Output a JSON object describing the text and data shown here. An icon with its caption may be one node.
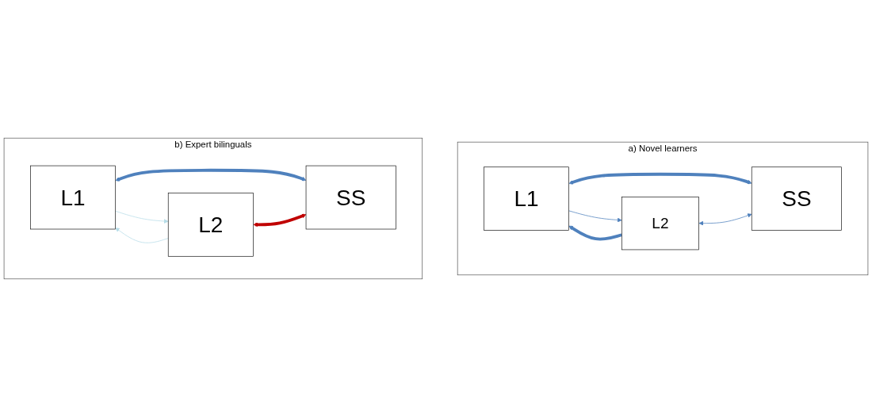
{
  "diagram": {
    "nodes": [
      {
        "text": [
          "a) Novel learners"
        ]
      },
      {
        "text": [
          "L1"
        ],
        "in": 0
      },
      {
        "text": [
          "L2"
        ],
        "in": 0
      },
      {
        "text": [
          "SS"
        ],
        "in": 0
      },
      {
        "text": [
          "b) Expert bilinguals"
        ]
      },
      {
        "text": [
          "L1"
        ],
        "in": 4
      },
      {
        "text": [
          "L2"
        ],
        "in": 4
      },
      {
        "text": [
          "SS"
        ],
        "in": 4
      }
    ],
    "edges": [
      {
        "from": 2,
        "to": 1,
        "arrow": "to",
        "style": "thick"
      },
      {
        "from": 1,
        "to": 2,
        "arrow": "to"
      },
      {
        "from": 1,
        "to": 3,
        "arrow": "both",
        "style": "thick"
      },
      {
        "from": 2,
        "to": 3,
        "arrow": "both"
      },
      {
        "from": 6,
        "to": 5,
        "arrow": "to",
        "color": "#b7dde8"
      },
      {
        "from": 5,
        "to": 6,
        "arrow": "to",
        "color": "#b7dde8"
      },
      {
        "from": 5,
        "to": 7,
        "arrow": "both",
        "style": "thick"
      },
      {
        "from": 6,
        "to": 7,
        "arrow": "both",
        "style": "thick",
        "color": "#c00000"
      }
    ]
  }
}
